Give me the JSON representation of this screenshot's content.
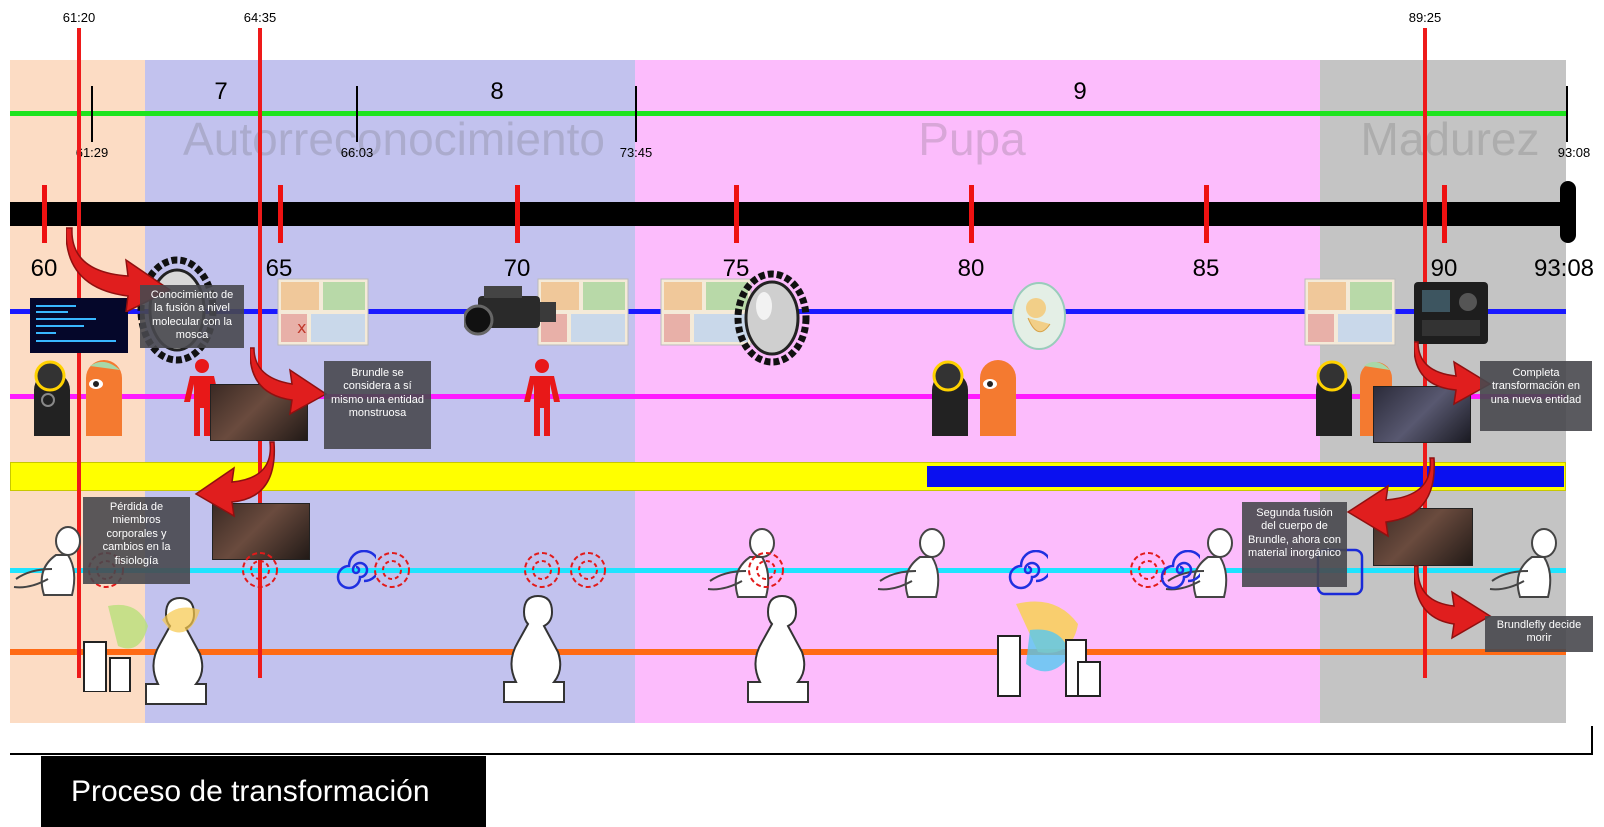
{
  "footer_title": "Proceso de transformación",
  "phases": [
    "Autorreconocimiento",
    "Pupa",
    "Madurez"
  ],
  "sections": [
    "7",
    "8",
    "9"
  ],
  "green_ticks": [
    "61:29",
    "66:03",
    "73:45",
    "93:08"
  ],
  "minute_ticks": [
    "60",
    "65",
    "70",
    "75",
    "80",
    "85",
    "90",
    "93:08"
  ],
  "red_markers": [
    "61:20",
    "64:35",
    "89:25"
  ],
  "notes": {
    "fusion": "Conocimiento de la fusión a nivel molecular con la mosca",
    "monstrous": "Brundle se considera a sí mismo una entidad monstruosa",
    "loss": "Pérdida de miembros corporales y cambios en la fisiología",
    "complete": "Completa transformación en una nueva entidad",
    "second": "Segunda fusión del cuerpo de Brundle, ahora con material inorgánico",
    "die": "Brundlefly decide morir"
  },
  "icons": [
    "computer-screen-icon",
    "ornate-mirror-icon",
    "floor-plan-icon",
    "video-camera-icon",
    "egg-embryo-icon",
    "telepod-icon",
    "head-profile-icon",
    "human-figure-icon",
    "spiral-icon",
    "crouching-figure-icon",
    "thinker-statue-icon",
    "faces-group-icon"
  ],
  "colors": {
    "phase_orange": "#fcdcc4",
    "phase_lavender": "#c2c2ee",
    "phase_pink": "#fcbcfc",
    "phase_gray": "#c4c4c4",
    "marker_red": "#ee1a1a"
  }
}
